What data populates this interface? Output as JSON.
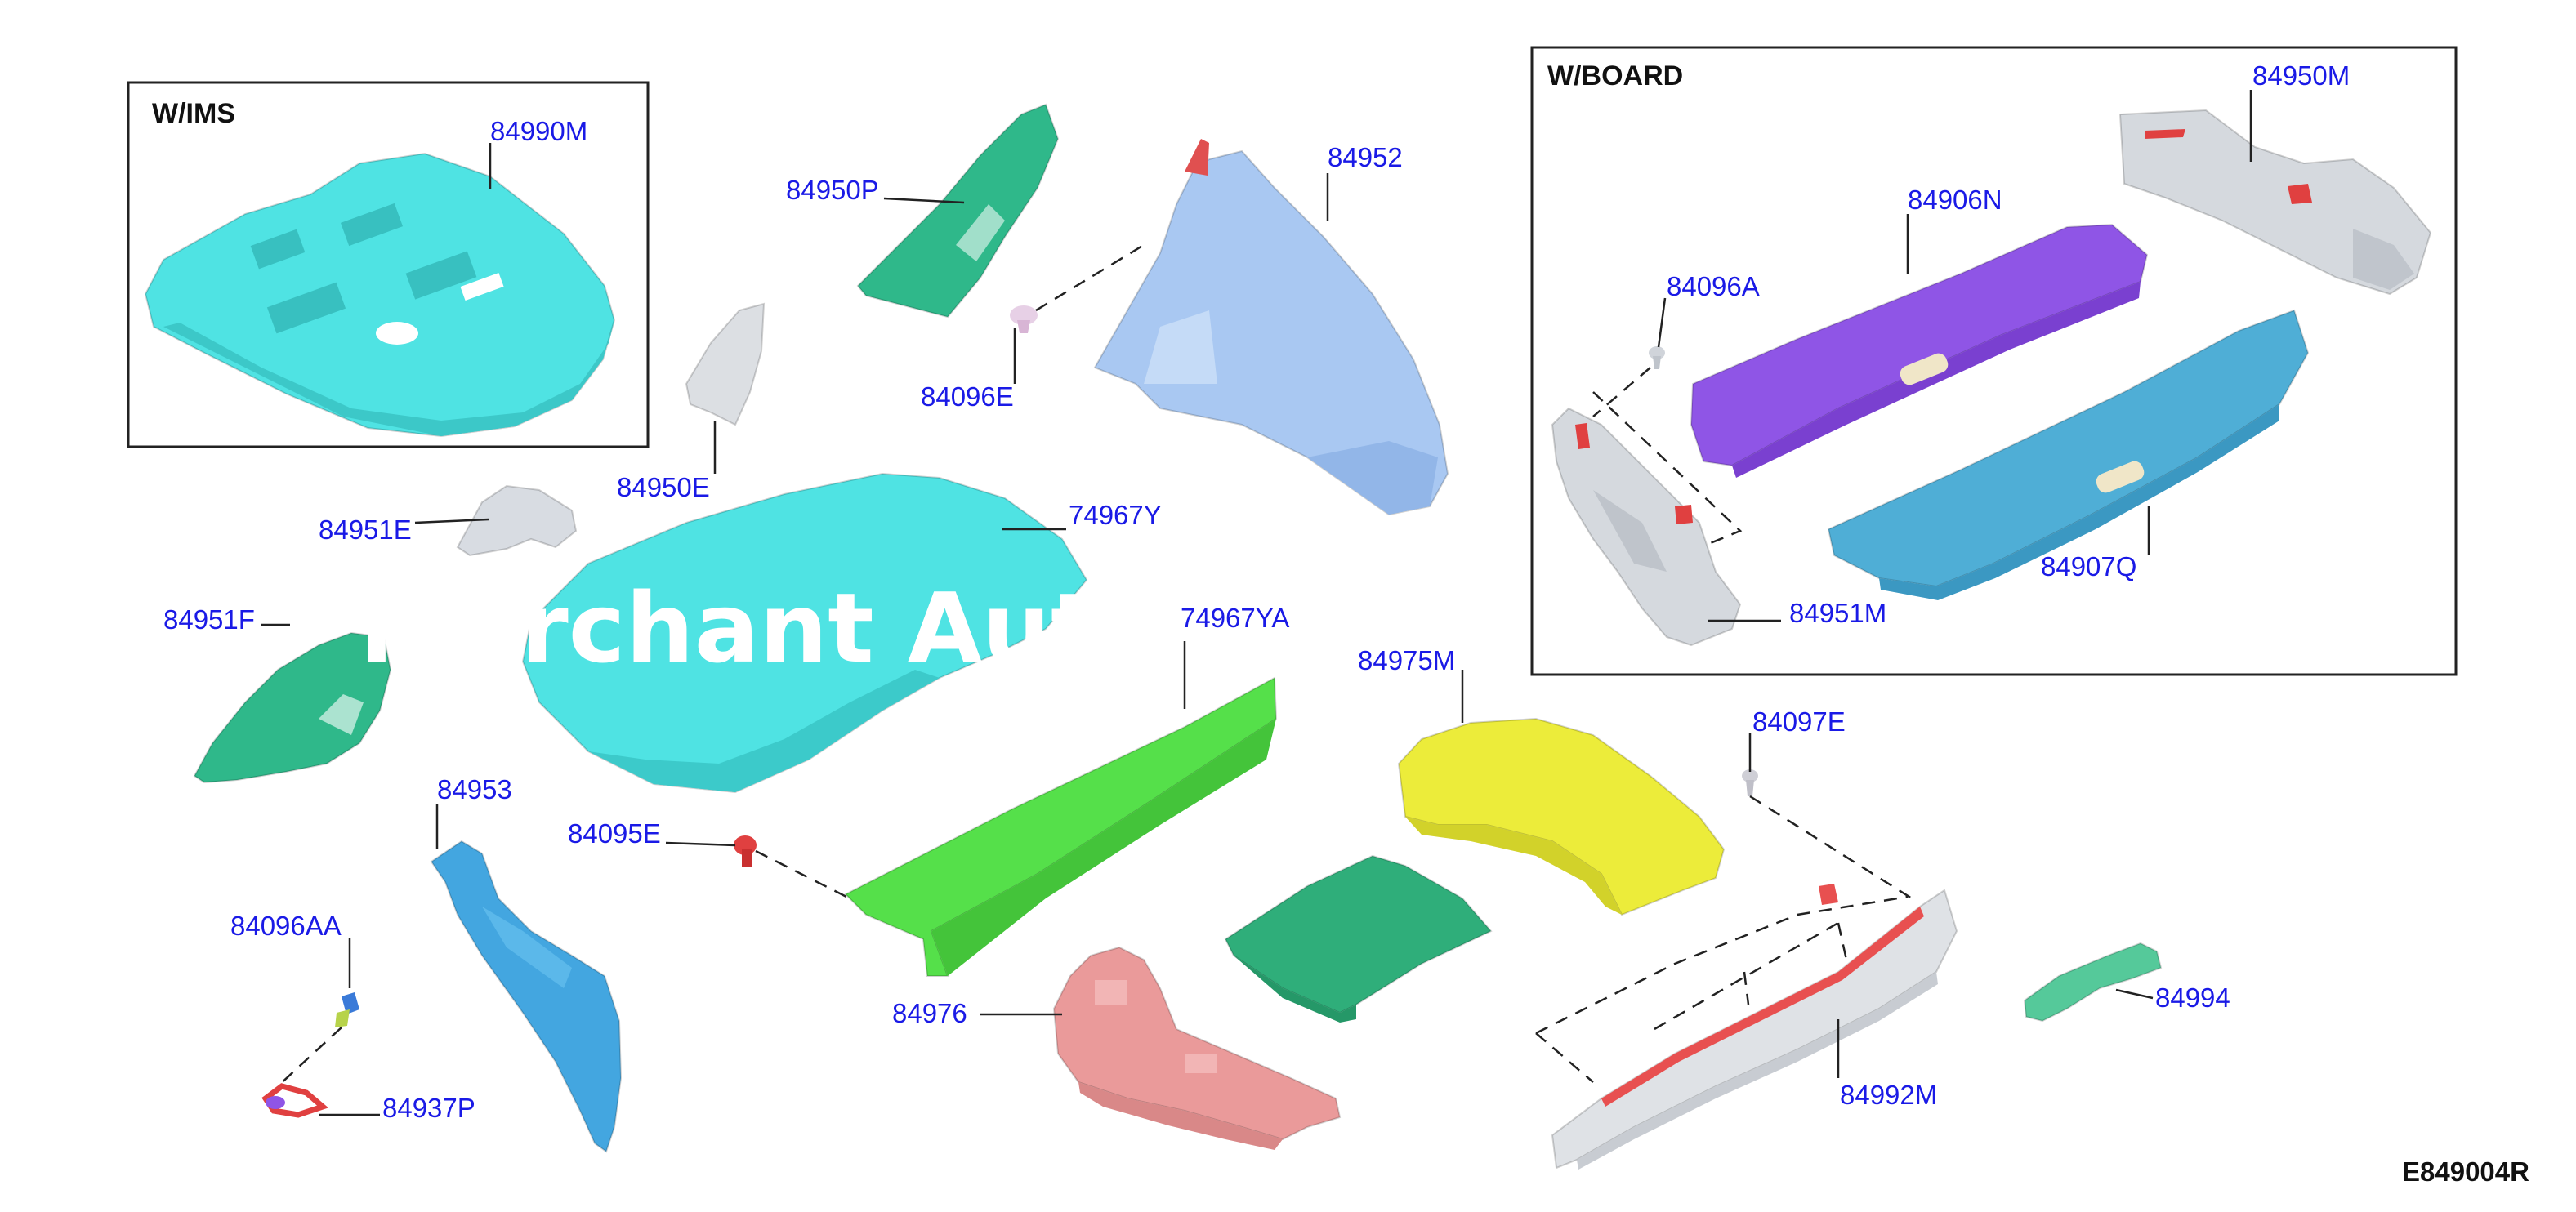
{
  "diagram": {
    "code": "E849004R",
    "watermark": "Merchant Auto",
    "boxes": {
      "ims": {
        "title": "W/IMS"
      },
      "board": {
        "title": "W/BOARD"
      }
    },
    "labels": {
      "p84990M": "84990M",
      "p84950P": "84950P",
      "p84952": "84952",
      "p84096E": "84096E",
      "p84950E": "84950E",
      "p84951E": "84951E",
      "p74967Y": "74967Y",
      "p84951F": "84951F",
      "p74967YA": "74967YA",
      "p84975M": "84975M",
      "p84097E": "84097E",
      "p84953": "84953",
      "p84095E": "84095E",
      "p84096AA": "84096AA",
      "p84937P": "84937P",
      "p84976": "84976",
      "p84994": "84994",
      "p84992M": "84992M",
      "p84950M": "84950M",
      "p84906N": "84906N",
      "p84096A": "84096A",
      "p84907Q": "84907Q",
      "p84951M": "84951M"
    },
    "colors": {
      "cyan": "#4fe3e3",
      "green": "#55e04a",
      "teal_green": "#2fb88a",
      "light_blue": "#a9c8f2",
      "blue": "#43a6e0",
      "yellow": "#ecec3a",
      "pink": "#ea9a9a",
      "purple": "#8f55e6",
      "steel_blue": "#4faed6",
      "gray": "#d5d9de",
      "red": "#e04040",
      "label": "#1a1ae6"
    }
  }
}
